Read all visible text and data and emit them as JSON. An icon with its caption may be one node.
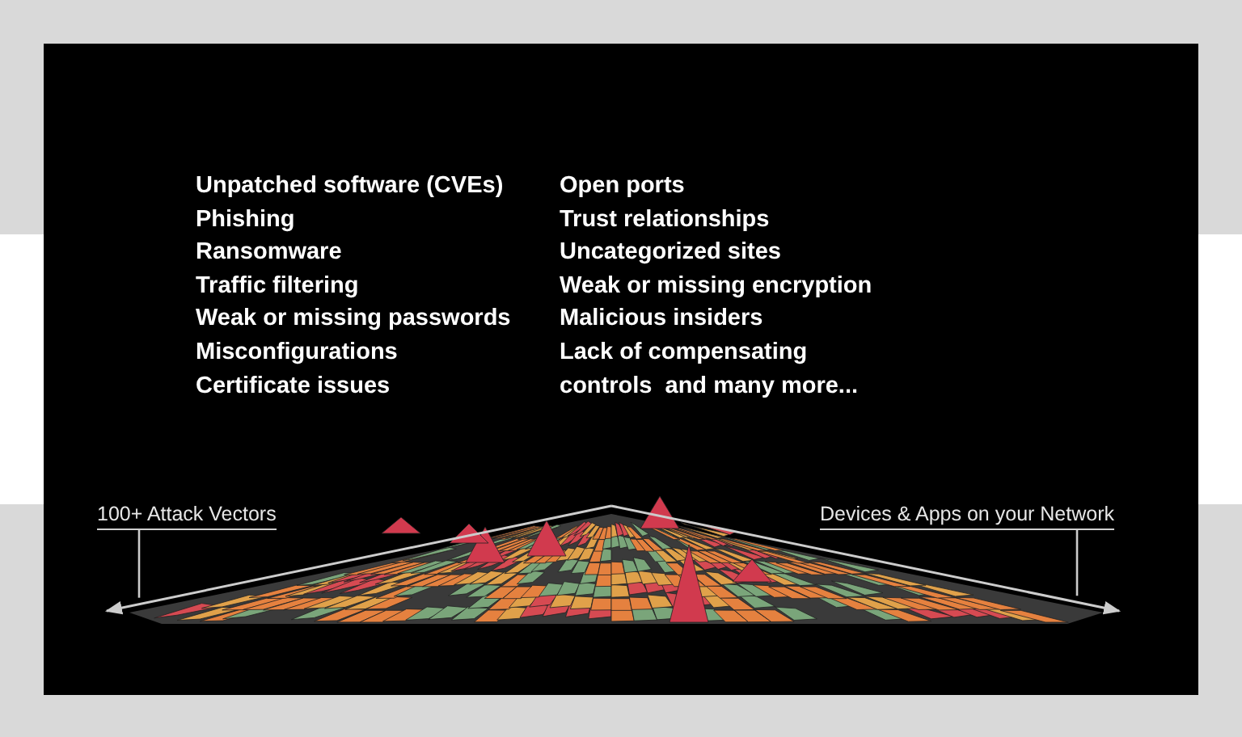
{
  "diagram": {
    "nodes": [
      {
        "text": [
          "100+ Attack Vectors"
        ]
      },
      {
        "text": [
          "Devices & Apps on your Network"
        ]
      }
    ],
    "edges": [
      {
        "from": 0,
        "to": null,
        "arrow": "none"
      },
      {
        "from": 1,
        "to": null,
        "arrow": "none"
      }
    ],
    "labels": [
      "Unpatched software (CVEs)",
      "Phishing",
      "Ransomware",
      "Traffic filtering",
      "Weak or missing passwords",
      "Misconfigurations",
      "Certificate issues",
      "Open ports",
      "Trust relationships",
      "Uncategorized sites",
      "Weak or missing encryption",
      "Malicious insiders",
      "Lack of compensating",
      "controls  and many more..."
    ]
  }
}
